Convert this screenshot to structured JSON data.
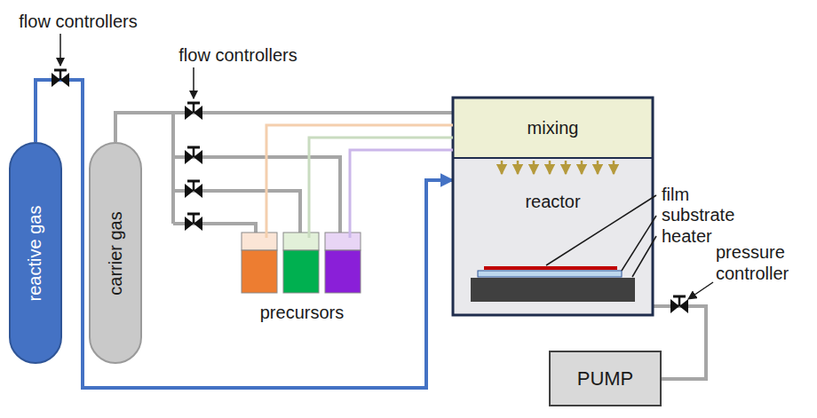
{
  "diagram": {
    "nodes": [
      {
        "text": [
          "reactive gas"
        ]
      },
      {
        "text": [
          "carrier gas"
        ]
      },
      {
        "text": [
          "mixing"
        ]
      },
      {
        "text": [
          "reactor"
        ]
      },
      {
        "text": [
          "PUMP"
        ]
      }
    ],
    "edges": [
      {
        "from": 0,
        "to": 3,
        "arrow": "to"
      },
      {
        "from": 1,
        "to": 2,
        "arrow": "none"
      },
      {
        "from": 3,
        "to": 4,
        "arrow": "none"
      }
    ],
    "labels": [
      "flow controllers",
      "flow controllers",
      "precursors",
      "film",
      "substrate",
      "heater",
      "pressure controller"
    ]
  }
}
